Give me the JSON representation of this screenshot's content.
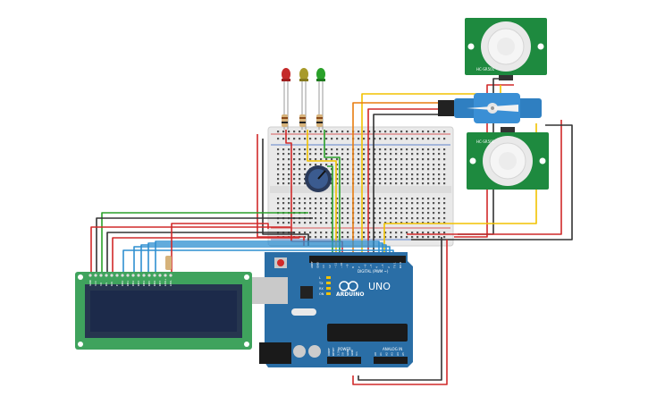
{
  "arduino": {
    "brand": "ARDUINO",
    "model": "UNO",
    "digital_label": "DIGITAL (PWM ~)",
    "power_label": "POWER",
    "analog_label": "ANALOG IN",
    "pin_labels_top": [
      "AREF",
      "GND",
      "13",
      "12",
      "~11",
      "~10",
      "~9",
      "8",
      "7",
      "~6",
      "~5",
      "4",
      "~3",
      "2",
      "TX 1",
      "RX 0"
    ],
    "pin_labels_power": [
      "IOREF",
      "RESET",
      "3.3V",
      "5V",
      "GND",
      "GND",
      "Vin"
    ],
    "pin_labels_analog": [
      "A0",
      "A1",
      "A2",
      "A3",
      "A4",
      "A5"
    ],
    "led_labels": [
      "L",
      "TX",
      "RX",
      "ON"
    ]
  },
  "pir": {
    "top_label": "HC-SR501",
    "bottom_label": "HC-SR501"
  },
  "lcd": {
    "pins": [
      "GND",
      "VCC",
      "V0",
      "RS",
      "RW",
      "E",
      "DB0",
      "DB1",
      "DB2",
      "DB3",
      "DB4",
      "DB5",
      "DB6",
      "DB7",
      "LED+",
      "LED-"
    ]
  },
  "colors": {
    "arduino": "#2a6ea6",
    "pir_board": "#1e8a3f",
    "servo": "#2f7fc1",
    "breadboard": "#e8e8e8",
    "lcd_board": "#3fa35d",
    "lcd_screen": "#1c2a4a",
    "wire_red": "#d12a2a",
    "wire_black": "#333333",
    "wire_yellow": "#f2c200",
    "wire_green": "#2aa12a",
    "wire_blue": "#2f8fd1",
    "wire_orange": "#e87d10"
  }
}
